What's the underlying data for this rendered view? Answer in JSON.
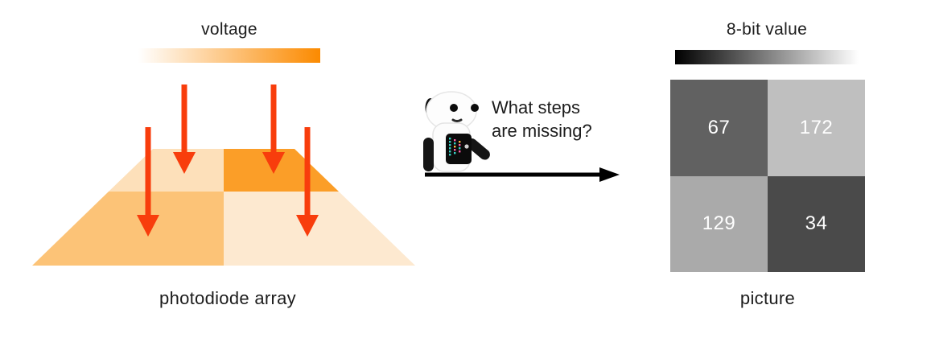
{
  "theme": {
    "bg": "#ffffff",
    "text": "#1c1c1c",
    "arrow_red": "#f83d0c",
    "flow_arrow_black": "#000000",
    "voltage_min": "#ffffff",
    "voltage_max": "#fb8a00",
    "bit_min": "#000000",
    "bit_max": "#ffffff",
    "cell_text": "#ffffff"
  },
  "left": {
    "colorbar_label": "voltage",
    "caption": "photodiode array",
    "cells": [
      {
        "name": "top-left",
        "color": "#fde0ba"
      },
      {
        "name": "top-right",
        "color": "#fb9e28"
      },
      {
        "name": "bottom-left",
        "color": "#fcc377"
      },
      {
        "name": "bottom-right",
        "color": "#fde9d0"
      }
    ]
  },
  "middle": {
    "robot_icon": "robot-icon",
    "question_lines": [
      "What steps",
      "are missing?"
    ]
  },
  "right": {
    "colorbar_label": "8-bit value",
    "caption": "picture",
    "pixels": [
      {
        "value": "67",
        "color": "#616161"
      },
      {
        "value": "172",
        "color": "#bfbfbf"
      },
      {
        "value": "129",
        "color": "#aaaaaa"
      },
      {
        "value": "34",
        "color": "#4a4a4a"
      }
    ]
  }
}
